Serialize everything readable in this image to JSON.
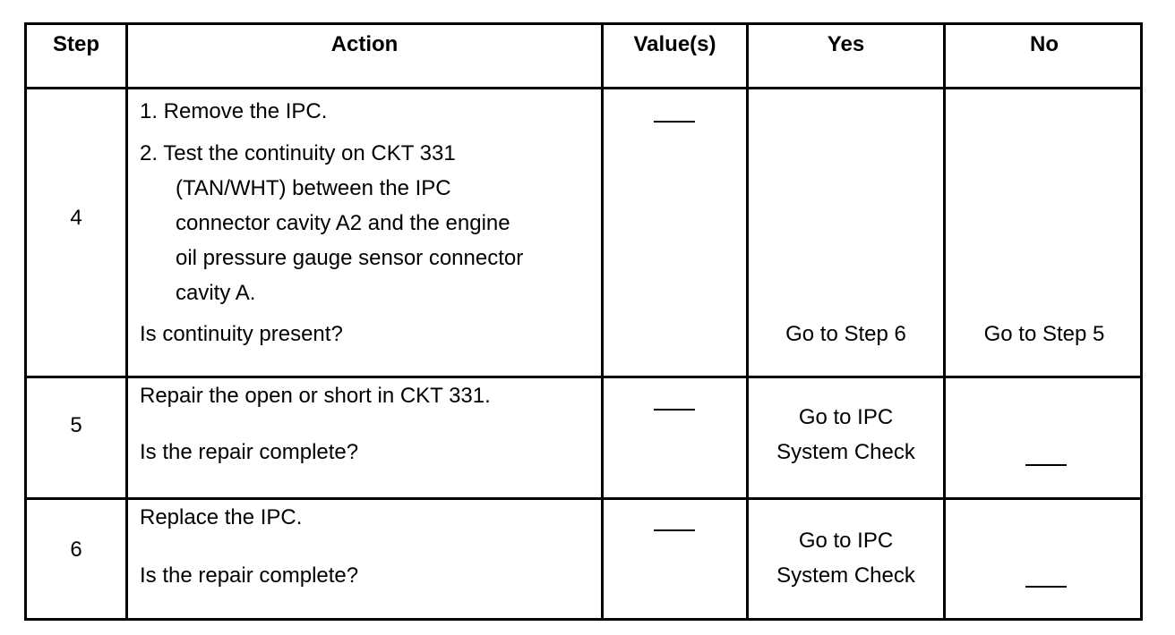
{
  "headers": {
    "step": "Step",
    "action": "Action",
    "values": "Value(s)",
    "yes": "Yes",
    "no": "No"
  },
  "rows": [
    {
      "step": "4",
      "action": {
        "item1": "1. Remove the IPC.",
        "item2_line1": "2. Test the continuity on CKT 331",
        "item2_line2": "(TAN/WHT) between the IPC",
        "item2_line3": "connector  cavity A2 and the engine",
        "item2_line4": "oil  pressure gauge sensor connector",
        "item2_line5": "cavity A.",
        "question": "Is continuity present?"
      },
      "value": "___",
      "yes": "Go to Step 6",
      "no": "Go to Step 5"
    },
    {
      "step": "5",
      "action": {
        "line1": "Repair the open or short in CKT 331.",
        "question": "Is the repair complete?"
      },
      "value": "___",
      "yes_line1": "Go to IPC",
      "yes_line2": "System Check",
      "no": "___"
    },
    {
      "step": "6",
      "action": {
        "line1": "Replace the IPC.",
        "question": "Is the repair complete?"
      },
      "value": "___",
      "yes_line1": "Go to IPC",
      "yes_line2": "System Check",
      "no": "___"
    }
  ]
}
